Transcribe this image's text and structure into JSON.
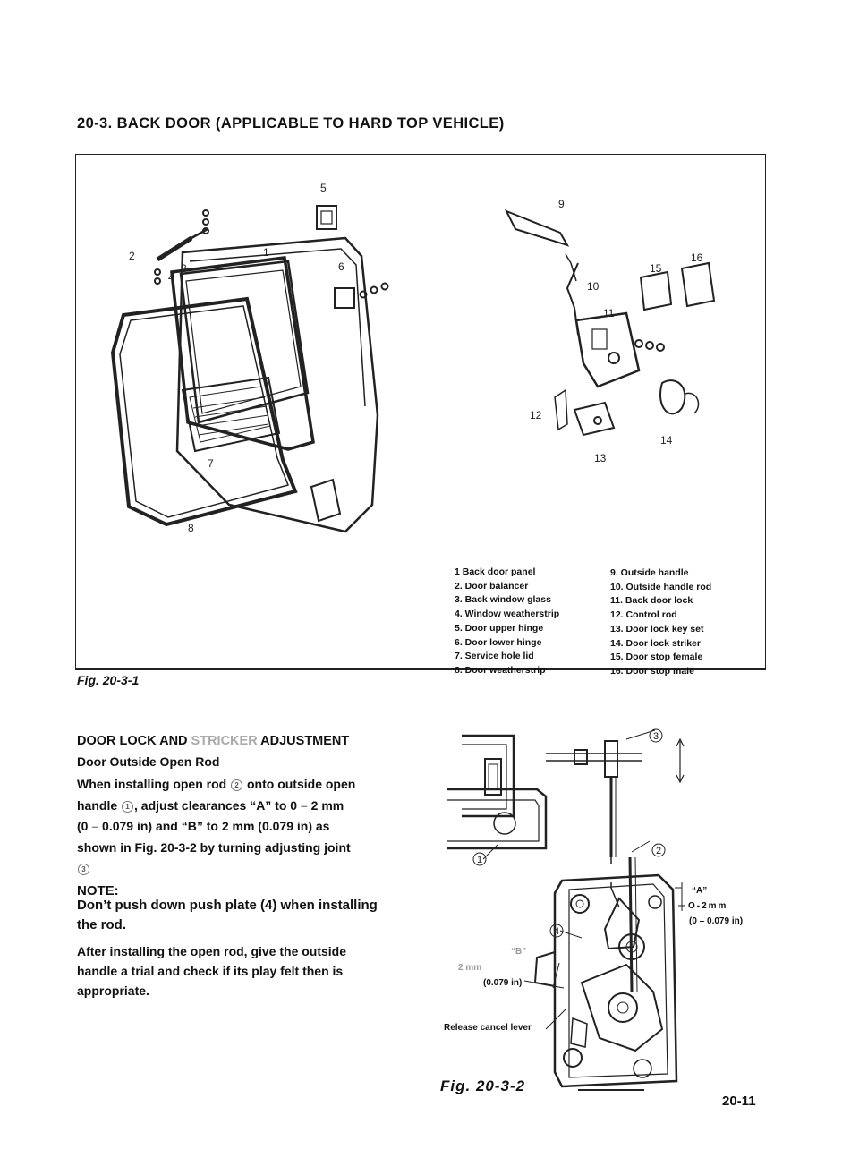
{
  "section": {
    "title": "20-3. BACK DOOR (APPLICABLE TO HARD TOP VEHICLE)"
  },
  "figure1": {
    "caption": "Fig. 20-3-1",
    "callouts": [
      "1",
      "2",
      "3",
      "4",
      "5",
      "6",
      "7",
      "8",
      "9",
      "10",
      "11",
      "12",
      "13",
      "14",
      "15",
      "16"
    ],
    "legend_left": [
      "1 Back door panel",
      "2. Door balancer",
      "3. Back window glass",
      "4. Window weatherstrip",
      "5. Door upper hinge",
      "6. Door lower hinge",
      "7. Service hole lid",
      "8. Door weatherstrip"
    ],
    "legend_right": [
      "9. Outside handle",
      "10. Outside handle rod",
      "11. Back door lock",
      "12. Control rod",
      "13. Door lock key set",
      "14. Door lock striker",
      "15. Door stop female",
      "16. Door stop male"
    ]
  },
  "adjustment": {
    "heading_a": "DOOR LOCK AND",
    "heading_b": "STRICKER",
    "heading_c": "ADJUSTMENT",
    "subheading": "Door Outside Open Rod",
    "para1": {
      "l1a": "When installing open rod",
      "c2": "2",
      "l1b": "onto outside open",
      "l2a": "handle",
      "c1": "1",
      "l2b": ", adjust clearances “A” to 0",
      "l2c": "–",
      "l2d": "2 mm",
      "l3a": "(0",
      "l3b": "–",
      "l3c": "0.079 in) and “B” to 2 mm (0.079 in) as",
      "l4": "shown in Fig. 20-3-2 by turning adjusting joint",
      "c3": "3"
    },
    "note_heading": "NOTE:",
    "note_line1": "Don’t push down push plate (4) when installing",
    "note_line2": "the rod.",
    "para2_l1": "After installing the open rod, give the outside",
    "para2_l2": "handle a trial and check if its play felt then is",
    "para2_l3": "appropriate."
  },
  "figure2": {
    "caption": "Fig.  20-3-2",
    "callouts": [
      "1",
      "2",
      "3",
      "4"
    ],
    "label_a_head": "“A”",
    "label_a_value": "O-2mm",
    "label_a_inch": "(0 – 0.079 in)",
    "label_b_head": "“B”",
    "label_b_value": "2 mm",
    "label_b_inch": "(0.079  in)",
    "release_label": "Release cancel lever"
  },
  "page_number": "20-11"
}
